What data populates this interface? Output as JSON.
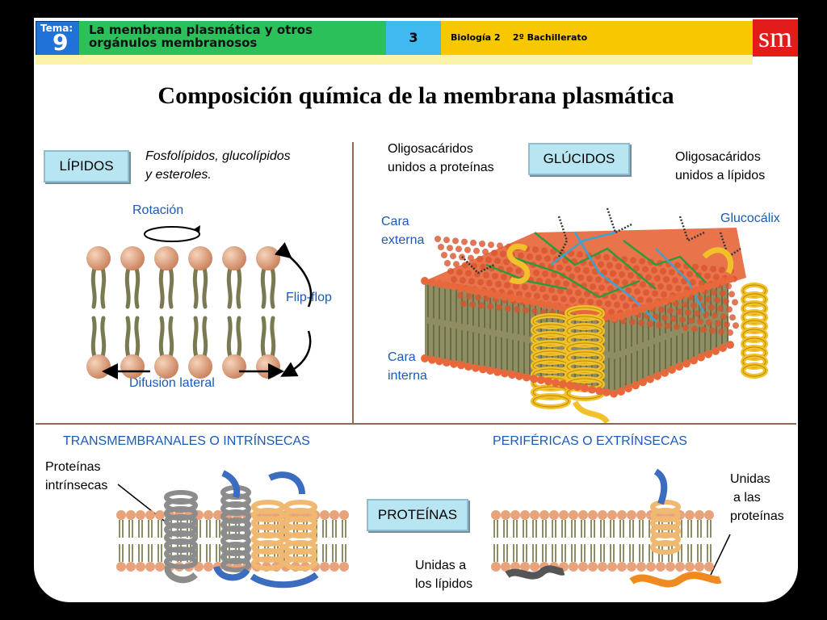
{
  "header": {
    "tema_label": "Tema:",
    "tema_number": "9",
    "title": "La membrana plasmática y otros orgánulos membranosos",
    "unit_number": "3",
    "course": "Biología 2    2º Bachillerato",
    "logo": "sm"
  },
  "slide_title": "Composición química de la membrana plasmática",
  "lipidos": {
    "box_label": "LÍPIDOS",
    "description_line1": "Fosfolípidos, glucolípidos",
    "description_line2": "y esteroles.",
    "rotation": "Rotación",
    "flip_flop": "Flip-flop",
    "lateral": "Difusión lateral"
  },
  "glucidos": {
    "box_label": "GLÚCIDOS",
    "oligo_prot_line1": "Oligosacáridos",
    "oligo_prot_line2": "unidos a proteínas",
    "oligo_lip_line1": "Oligosacáridos",
    "oligo_lip_line2": "unidos a lípidos",
    "glucocalix": "Glucocálix",
    "cara_externa_line1": "Cara",
    "cara_externa_line2": "externa",
    "cara_interna_line1": "Cara",
    "cara_interna_line2": "interna"
  },
  "proteinas": {
    "box_label": "PROTEÍNAS",
    "transmembranales": "TRANSMEMBRANALES O INTRÍNSECAS",
    "perifericas": "PERIFÉRICAS O EXTRÍNSECAS",
    "intrinsecas_line1": "Proteínas",
    "intrinsecas_line2": "intrínsecas",
    "unidas_prot_line1": "Unidas",
    "unidas_prot_line2": "a las",
    "unidas_prot_line3": "proteínas",
    "unidas_lip_line1": "Unidas a",
    "unidas_lip_line2": "los lípidos"
  },
  "colors": {
    "tema_blue": "#1f72d8",
    "title_green": "#2cc05a",
    "num_blue": "#40b8f0",
    "course_yellow": "#f7c800",
    "logo_red": "#e21b1b",
    "box_fill": "#b7e6f2",
    "label_blue": "#1a5ab8",
    "lipid_head": "#e8a27c",
    "lipid_tail": "#7a7a52",
    "protein_gold": "#f2c02a",
    "protein_gray": "#8c8c8c",
    "protein_blue": "#3c6cc0",
    "protein_tan": "#f0b870",
    "protein_orange": "#f08a20"
  }
}
